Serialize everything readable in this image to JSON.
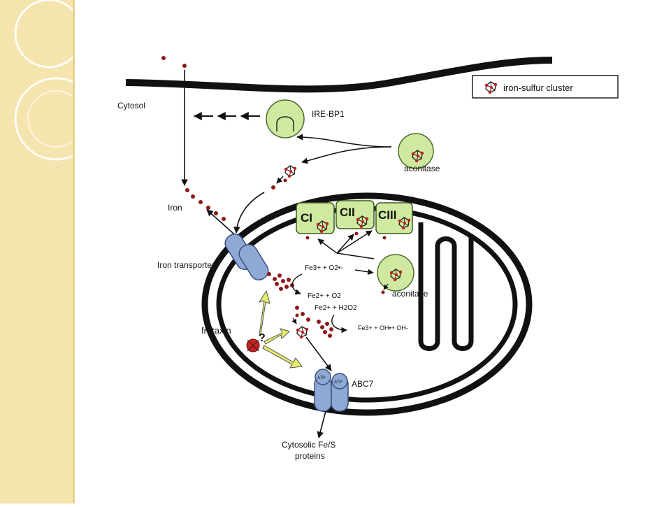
{
  "legend": {
    "label": "iron-sulfur cluster"
  },
  "labels": {
    "cytosol": "Cytosol",
    "ire_bp1": "IRE-BP1",
    "aconitase_cytosol": "aconitase",
    "iron": "Iron",
    "iron_transporter": "Iron transporter",
    "frataxin": "frataxin",
    "question": "?",
    "abc7": "ABC7",
    "atp": "ATP",
    "cytosolic_line1": "Cytosolic Fe/S",
    "cytosolic_line2": "proteins",
    "aconitase_mito": "aconitase",
    "ci": "CI",
    "cii": "CII",
    "ciii": "CIII"
  },
  "reactions": {
    "r1_top": "Fe3+ + O2•-",
    "r1_bottom": "Fe2+ + O2",
    "r2_top": "Fe2+ + H2O2",
    "r2_bottom": "Fe3+ + OH•+ OH-"
  },
  "colors": {
    "membrane": "#111111",
    "protein_green": "#cfeaa0",
    "transporter_blue": "#8fa9d6",
    "iron_dot": "#8b1a1a",
    "arrow_yellow": "#e8ee6a",
    "frataxin_red": "#cc1f1f",
    "band": "#f4e2a6"
  }
}
